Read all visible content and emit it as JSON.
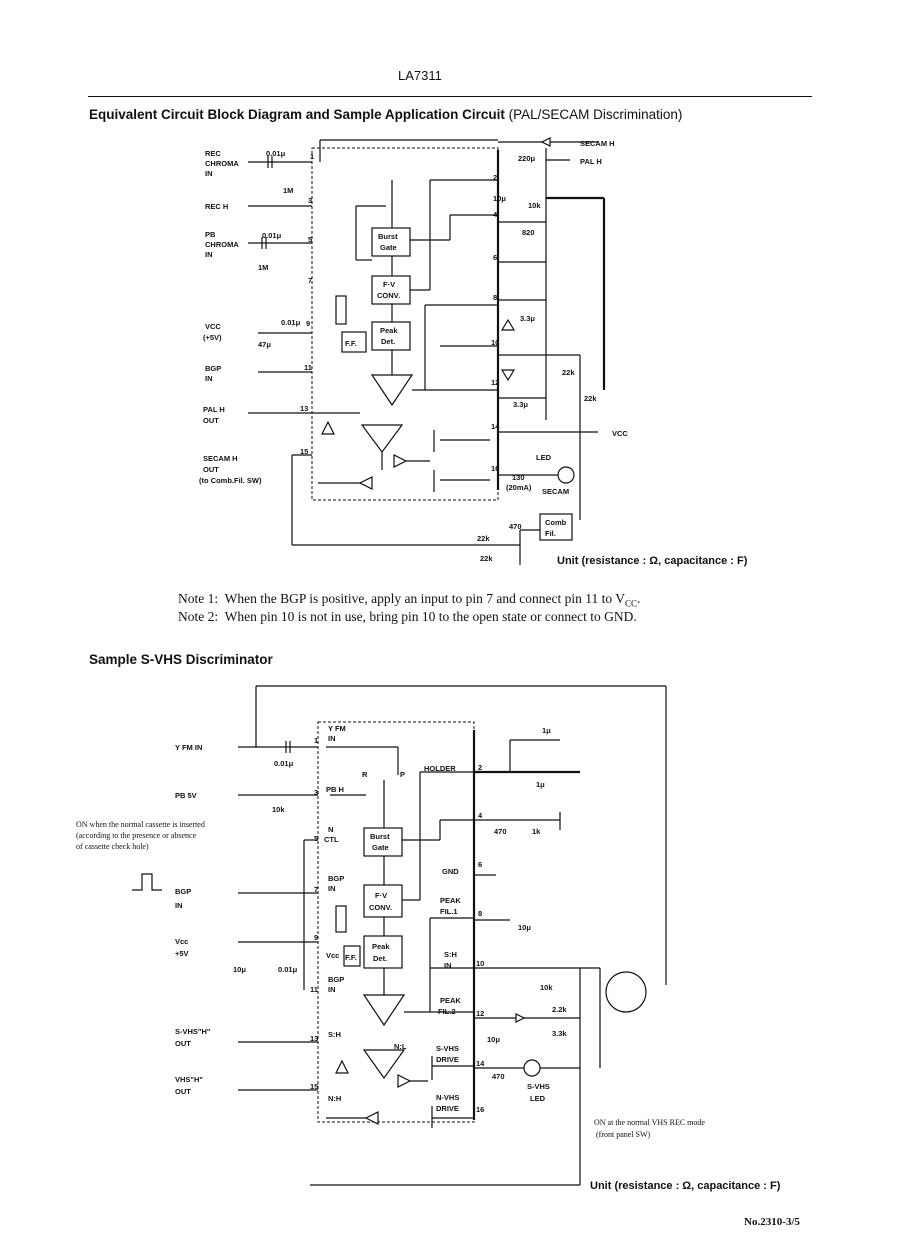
{
  "header": {
    "part_number": "LA7311"
  },
  "diagram1": {
    "title_bold": "Equivalent Circuit Block Diagram and Sample Application Circuit",
    "title_normal": "(PAL/SECAM Discrimination)",
    "inputs": {
      "rec_chroma": [
        "REC",
        "CHROMA",
        "IN"
      ],
      "rec_h": "REC H",
      "pb_chroma": [
        "PB",
        "CHROMA",
        "IN"
      ],
      "vcc": [
        "VCC",
        "(+5V)"
      ],
      "bgp": [
        "BGP",
        "IN"
      ],
      "pal_out": [
        "PAL H",
        "OUT"
      ],
      "secam_out": [
        "SECAM H",
        "OUT",
        "(to Comb.Fil. SW)"
      ]
    },
    "blocks": [
      "Burst",
      "Gate",
      "F·V",
      "CONV.",
      "Peak",
      "Det.",
      "F.F."
    ],
    "pins": [
      "1",
      "2",
      "3",
      "4",
      "5",
      "6",
      "7",
      "8",
      "9",
      "10",
      "11",
      "12",
      "13",
      "14",
      "15",
      "16"
    ],
    "components": {
      "c1": "0.01μ",
      "r1": "1M",
      "c2": "0.01μ",
      "r2": "1M",
      "c3": "0.01μ",
      "c4": "47μ",
      "c5": "220μ",
      "c6": "10μ",
      "r3": "10k",
      "r4": "820",
      "c7": "3.3μ",
      "c8": "3.3μ",
      "r5": "22k",
      "r6": "22k",
      "r7": "130",
      "i_led": "(20mA)",
      "r8": "470",
      "r9": "22k",
      "r10": "22k"
    },
    "right_labels": {
      "secam_h": "SECAM H",
      "pal_h": "PAL H",
      "vcc": "VCC",
      "led": "LED",
      "led_secam": "SECAM",
      "comb_fil": [
        "Comb",
        "Fil."
      ]
    },
    "unit": "Unit (resistance : Ω, capacitance : F)"
  },
  "notes": [
    {
      "label": "Note 1:",
      "text": "When the BGP is positive, apply an input to pin 7 and connect pin 11 to V",
      "sub": "CC",
      "tail": "."
    },
    {
      "label": "Note 2:",
      "text": "When pin 10 is not in use, bring pin 10 to the open state or connect to GND.",
      "sub": "",
      "tail": ""
    }
  ],
  "diagram2": {
    "title": "Sample S-VHS Discriminator",
    "inputs": {
      "y_fm": "Y FM IN",
      "pb_5v": "PB 5V",
      "cassette_note": [
        "ON when the normal cassette is inserted",
        "(according to the presence or absence",
        "of cassette check hole)"
      ],
      "bgp": [
        "BGP",
        "IN"
      ],
      "vcc": [
        "Vcc",
        "+5V"
      ],
      "svhs_out": [
        "S-VHS\"H\"",
        "OUT"
      ],
      "vhs_out": [
        "VHS\"H\"",
        "OUT"
      ]
    },
    "pin_labels": {
      "y_fm_in": [
        "Y FM",
        "IN"
      ],
      "pb_h": "PB H",
      "n_ctl": [
        "N",
        "CTL"
      ],
      "bgp_in": [
        "BGP",
        "IN"
      ],
      "vcc": "Vcc",
      "bgp_in2": [
        "BGP",
        "IN"
      ],
      "sh": "S:H",
      "nl": "N:L",
      "nh": "N:H",
      "holder": "HOLDER",
      "gnd": "GND",
      "peak_fil1": [
        "PEAK",
        "FIL.1"
      ],
      "sh_in": [
        "S:H",
        "IN"
      ],
      "peak_fil2": [
        "PEAK",
        "FIL.2"
      ],
      "svhs_drive": [
        "S-VHS",
        "DRIVE"
      ],
      "nvhs_drive": [
        "N-VHS",
        "DRIVE"
      ],
      "r": "R",
      "p": "P"
    },
    "components": {
      "c1": "0.01μ",
      "r1": "10k",
      "c2": "10μ",
      "c3": "0.01μ",
      "c4": "1μ",
      "c5": "1μ",
      "r2": "470",
      "r3": "1k",
      "c6": "10μ",
      "r4": "10k",
      "r5": "2.2k",
      "c7": "3.3k",
      "c8": "10μ",
      "r6": "470"
    },
    "right_labels": {
      "led": [
        "S-VHS",
        "LED"
      ],
      "switch_note": [
        "ON at the normal VHS REC mode",
        "(front panel SW)"
      ]
    },
    "unit": "Unit (resistance : Ω, capacitance : F)"
  },
  "footer": {
    "doc_number": "No.2310-3/5"
  }
}
